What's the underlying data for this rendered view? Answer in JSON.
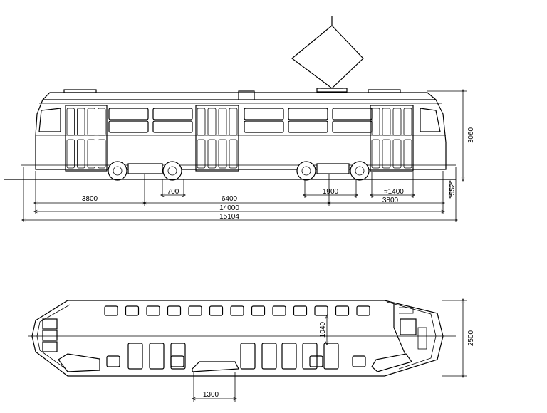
{
  "side_view": {
    "dimensions": {
      "bogie_to_end_left": "3800",
      "wheelbase_left": "700",
      "bogie_spacing": "6400",
      "wheelbase_right": "1900",
      "door_width": "≈1400",
      "bogie_to_end_right": "3800",
      "length_bogie_pivots": "14000",
      "overall_length": "15104",
      "height": "3060",
      "floor_offset": "552"
    }
  },
  "top_view": {
    "dimensions": {
      "width": "2500",
      "aisle": "1040",
      "door": "1300"
    }
  }
}
